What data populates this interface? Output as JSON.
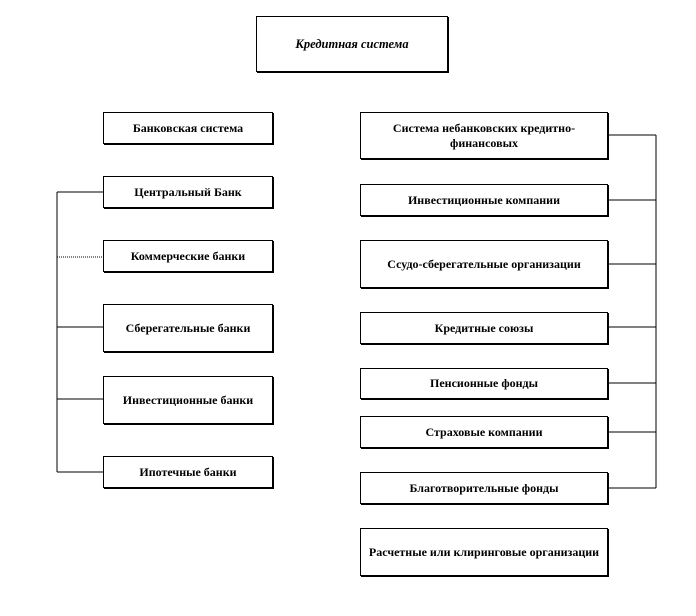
{
  "title": "Кредитная система",
  "banking": {
    "header": "Банковская  система",
    "items": [
      "Центральный Банк",
      "Коммерческие банки",
      "Сберегательные банки",
      "Инвестиционные банки",
      "Ипотечные банки"
    ]
  },
  "nonbanking": {
    "header": "Система небанковских кредитно-финансовых",
    "items": [
      "Инвестиционные компании",
      "Ссудо-сберегательные организации",
      "Кредитные союзы",
      "Пенсионные фонды",
      "Страховые компании",
      "Благотворительные фонды"
    ]
  },
  "separate": "Расчетные или клиринговые организации"
}
